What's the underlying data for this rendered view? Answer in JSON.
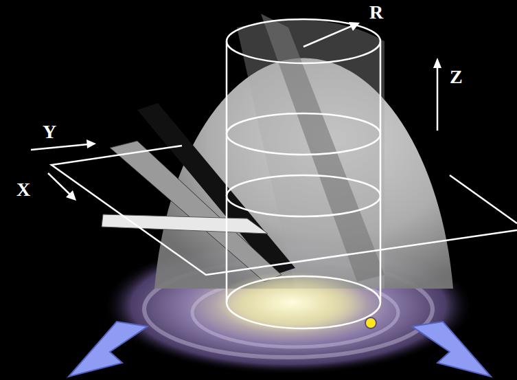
{
  "diagram": {
    "labels": [
      "R",
      "Z",
      "Y",
      "X"
    ]
  }
}
